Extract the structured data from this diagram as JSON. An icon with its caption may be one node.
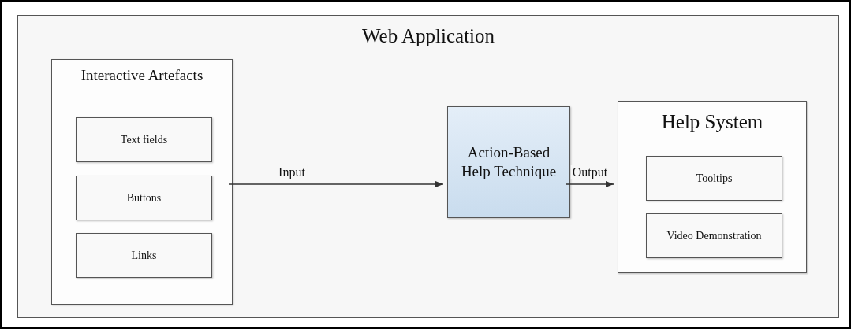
{
  "diagram": {
    "nodes": [
      {
        "text": [
          "Web Application"
        ]
      },
      {
        "text": [
          "Interactive Artefacts"
        ],
        "in": 0
      },
      {
        "text": [
          "Text fields"
        ],
        "in": 1
      },
      {
        "text": [
          "Buttons"
        ],
        "in": 1
      },
      {
        "text": [
          "Links"
        ],
        "in": 1
      },
      {
        "text": [
          "Action-Based Help Technique"
        ],
        "in": 0
      },
      {
        "text": [
          "Help System"
        ],
        "in": 0
      },
      {
        "text": [
          "Tooltips"
        ],
        "in": 6
      },
      {
        "text": [
          "Video Demonstration"
        ],
        "in": 6
      }
    ],
    "edges": [
      {
        "from": 1,
        "to": 5,
        "arrow": "to",
        "label": "Input"
      },
      {
        "from": 5,
        "to": 6,
        "arrow": "to",
        "label": "Output"
      }
    ]
  }
}
